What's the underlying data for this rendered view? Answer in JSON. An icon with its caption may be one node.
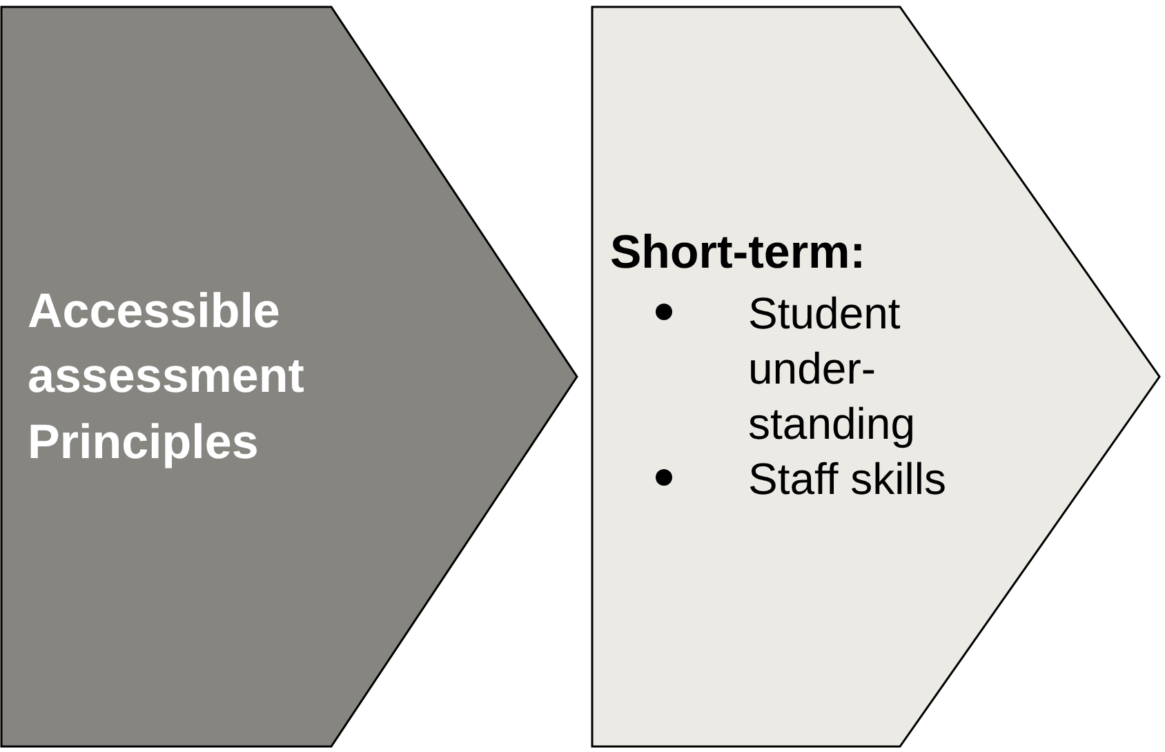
{
  "diagram": {
    "nodes": [
      {
        "text": [
          "Accessible assessment Principles"
        ]
      },
      {
        "text": [
          "Short-term:",
          "Student under-standing",
          "Staff skills"
        ]
      }
    ]
  }
}
